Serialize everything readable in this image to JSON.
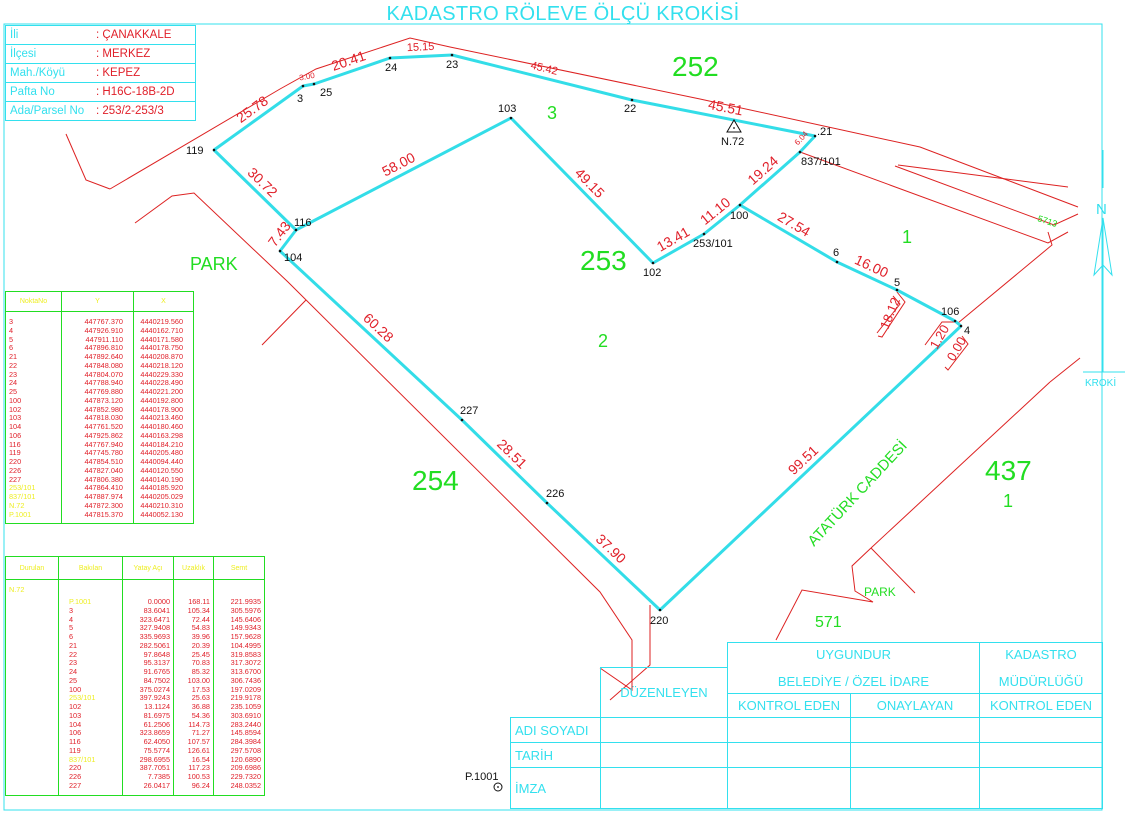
{
  "title": "KADASTRO RÖLEVE ÖLÇÜ KROKİSİ",
  "info": [
    {
      "label": "İli",
      "value": ": ÇANAKKALE"
    },
    {
      "label": "İlçesi",
      "value": ": MERKEZ"
    },
    {
      "label": "Mah./Köyü",
      "value": ": KEPEZ"
    },
    {
      "label": "Pafta No",
      "value": ": H16C-18B-2D"
    },
    {
      "label": "Ada/Parsel No",
      "value": ": 253/2-253/3"
    }
  ],
  "coordinates": {
    "headers": [
      "NoktaNo",
      "Y",
      "X"
    ],
    "rows": [
      {
        "no": "3",
        "y": "447767.370",
        "x": "4440219.560",
        "highlight": false
      },
      {
        "no": "4",
        "y": "447926.910",
        "x": "4440162.710",
        "highlight": false
      },
      {
        "no": "5",
        "y": "447911.110",
        "x": "4440171.580",
        "highlight": false
      },
      {
        "no": "6",
        "y": "447896.810",
        "x": "4440178.750",
        "highlight": false
      },
      {
        "no": "21",
        "y": "447892.640",
        "x": "4440208.870",
        "highlight": false
      },
      {
        "no": "22",
        "y": "447848.080",
        "x": "4440218.120",
        "highlight": false
      },
      {
        "no": "23",
        "y": "447804.070",
        "x": "4440229.330",
        "highlight": false
      },
      {
        "no": "24",
        "y": "447788.940",
        "x": "4440228.490",
        "highlight": false
      },
      {
        "no": "25",
        "y": "447769.880",
        "x": "4440221.200",
        "highlight": false
      },
      {
        "no": "100",
        "y": "447873.120",
        "x": "4440192.800",
        "highlight": false
      },
      {
        "no": "102",
        "y": "447852.980",
        "x": "4440178.900",
        "highlight": false
      },
      {
        "no": "103",
        "y": "447818.030",
        "x": "4440213.460",
        "highlight": false
      },
      {
        "no": "104",
        "y": "447761.520",
        "x": "4440180.460",
        "highlight": false
      },
      {
        "no": "106",
        "y": "447925.862",
        "x": "4440163.298",
        "highlight": false
      },
      {
        "no": "116",
        "y": "447767.940",
        "x": "4440184.210",
        "highlight": false
      },
      {
        "no": "119",
        "y": "447745.780",
        "x": "4440205.480",
        "highlight": false
      },
      {
        "no": "220",
        "y": "447854.510",
        "x": "4440094.440",
        "highlight": false
      },
      {
        "no": "226",
        "y": "447827.040",
        "x": "4440120.550",
        "highlight": false
      },
      {
        "no": "227",
        "y": "447806.380",
        "x": "4440140.190",
        "highlight": false
      },
      {
        "no": "253/101",
        "y": "447864.410",
        "x": "4440185.920",
        "highlight": true
      },
      {
        "no": "837/101",
        "y": "447887.974",
        "x": "4440205.029",
        "highlight": true
      },
      {
        "no": "N.72",
        "y": "447872.300",
        "x": "4440210.310",
        "highlight": true
      },
      {
        "no": "P.1001",
        "y": "447815.370",
        "x": "4440052.130",
        "highlight": true
      }
    ]
  },
  "measurements": {
    "headers": [
      "Durulan",
      "Bakılan",
      "Yatay Açı",
      "Uzaklık",
      "Semt"
    ],
    "station": "N.72",
    "rows": [
      {
        "to": "P.1001",
        "angle": "0.0000",
        "dist": "168.11",
        "azimuth": "221.9935",
        "highlight": true
      },
      {
        "to": "3",
        "angle": "83.6041",
        "dist": "105.34",
        "azimuth": "305.5976",
        "highlight": false
      },
      {
        "to": "4",
        "angle": "323.6471",
        "dist": "72.44",
        "azimuth": "145.6406",
        "highlight": false
      },
      {
        "to": "5",
        "angle": "327.9408",
        "dist": "54.83",
        "azimuth": "149.9343",
        "highlight": false
      },
      {
        "to": "6",
        "angle": "335.9693",
        "dist": "39.96",
        "azimuth": "157.9628",
        "highlight": false
      },
      {
        "to": "21",
        "angle": "282.5061",
        "dist": "20.39",
        "azimuth": "104.4995",
        "highlight": false
      },
      {
        "to": "22",
        "angle": "97.8648",
        "dist": "25.45",
        "azimuth": "319.8583",
        "highlight": false
      },
      {
        "to": "23",
        "angle": "95.3137",
        "dist": "70.83",
        "azimuth": "317.3072",
        "highlight": false
      },
      {
        "to": "24",
        "angle": "91.6765",
        "dist": "85.32",
        "azimuth": "313.6700",
        "highlight": false
      },
      {
        "to": "25",
        "angle": "84.7502",
        "dist": "103.00",
        "azimuth": "306.7436",
        "highlight": false
      },
      {
        "to": "100",
        "angle": "375.0274",
        "dist": "17.53",
        "azimuth": "197.0209",
        "highlight": false
      },
      {
        "to": "253/101",
        "angle": "397.9243",
        "dist": "25.63",
        "azimuth": "219.9178",
        "highlight": true
      },
      {
        "to": "102",
        "angle": "13.1124",
        "dist": "36.88",
        "azimuth": "235.1059",
        "highlight": false
      },
      {
        "to": "103",
        "angle": "81.6975",
        "dist": "54.36",
        "azimuth": "303.6910",
        "highlight": false
      },
      {
        "to": "104",
        "angle": "61.2506",
        "dist": "114.73",
        "azimuth": "283.2440",
        "highlight": false
      },
      {
        "to": "106",
        "angle": "323.8659",
        "dist": "71.27",
        "azimuth": "145.8594",
        "highlight": false
      },
      {
        "to": "116",
        "angle": "62.4050",
        "dist": "107.57",
        "azimuth": "284.3984",
        "highlight": false
      },
      {
        "to": "119",
        "angle": "75.5774",
        "dist": "126.61",
        "azimuth": "297.5708",
        "highlight": false
      },
      {
        "to": "837/101",
        "angle": "298.6955",
        "dist": "16.54",
        "azimuth": "120.6890",
        "highlight": true
      },
      {
        "to": "220",
        "angle": "387.7051",
        "dist": "117.23",
        "azimuth": "209.6986",
        "highlight": false
      },
      {
        "to": "226",
        "angle": "7.7385",
        "dist": "100.53",
        "azimuth": "229.7320",
        "highlight": false
      },
      {
        "to": "227",
        "angle": "26.0417",
        "dist": "96.24",
        "azimuth": "248.0352",
        "highlight": false
      }
    ]
  },
  "approval": {
    "duzenleyen": "DÜZENLEYEN",
    "uygundur": "UYGUNDUR",
    "belediye": "BELEDİYE / ÖZEL İDARE",
    "kadastro": "KADASTRO",
    "mudurlugu": "MÜDÜRLÜĞÜ",
    "kontrol_eden_1": "KONTROL EDEN",
    "onaylayan": "ONAYLAYAN",
    "kontrol_eden_2": "KONTROL EDEN",
    "rows": [
      "ADI SOYADI",
      "TARİH",
      "İMZA"
    ]
  },
  "map": {
    "points": [
      {
        "id": "119",
        "label": "119"
      },
      {
        "id": "3",
        "label": "3"
      },
      {
        "id": "25",
        "label": "25"
      },
      {
        "id": "24",
        "label": "24"
      },
      {
        "id": "23",
        "label": "23"
      },
      {
        "id": "22",
        "label": "22"
      },
      {
        "id": "21",
        "label": ".21"
      },
      {
        "id": "837/101",
        "label": "837/101"
      },
      {
        "id": "100",
        "label": "100"
      },
      {
        "id": "253/101",
        "label": "253/101"
      },
      {
        "id": "102",
        "label": "102"
      },
      {
        "id": "103",
        "label": "103"
      },
      {
        "id": "116",
        "label": "116"
      },
      {
        "id": "104",
        "label": "104"
      },
      {
        "id": "227",
        "label": "227"
      },
      {
        "id": "226",
        "label": "226"
      },
      {
        "id": "220",
        "label": "220"
      },
      {
        "id": "6",
        "label": "6"
      },
      {
        "id": "5",
        "label": "5"
      },
      {
        "id": "106",
        "label": "106"
      },
      {
        "id": "4",
        "label": "4"
      }
    ],
    "edges": [
      {
        "from": "119",
        "to": "3",
        "length": "25.78"
      },
      {
        "from": "3",
        "to": "25",
        "length": "3.00"
      },
      {
        "from": "25",
        "to": "24",
        "length": "20.41"
      },
      {
        "from": "24",
        "to": "23",
        "length": "15.15"
      },
      {
        "from": "23",
        "to": "22",
        "length": "45.42"
      },
      {
        "from": "22",
        "to": "21",
        "length": "45.51"
      },
      {
        "from": "21",
        "to": "837/101",
        "length": "6.04"
      },
      {
        "from": "837/101",
        "to": "100",
        "length": "19.24"
      },
      {
        "from": "100",
        "to": "253/101",
        "length": "11.10"
      },
      {
        "from": "253/101",
        "to": "102",
        "length": "13.41"
      },
      {
        "from": "102",
        "to": "103",
        "length": "49.15"
      },
      {
        "from": "103",
        "to": "116",
        "length": "58.00"
      },
      {
        "from": "119",
        "to": "116",
        "length": "30.72"
      },
      {
        "from": "116",
        "to": "104",
        "length": "7.43"
      },
      {
        "from": "104",
        "to": "227",
        "length": "60.28"
      },
      {
        "from": "227",
        "to": "226",
        "length": "28.51"
      },
      {
        "from": "226",
        "to": "220",
        "length": "37.90"
      },
      {
        "from": "220",
        "to": "4",
        "length": "99.51"
      },
      {
        "from": "100",
        "to": "6",
        "length": "27.54"
      },
      {
        "from": "6",
        "to": "5",
        "length": "16.00"
      },
      {
        "from": "5",
        "to": "106",
        "length": ""
      }
    ],
    "offsets": [
      "18.12",
      "1.20",
      "0.00"
    ],
    "parcels": [
      {
        "label": "252"
      },
      {
        "label": "3"
      },
      {
        "label": "253"
      },
      {
        "label": "2"
      },
      {
        "label": "254"
      },
      {
        "label": "1"
      },
      {
        "label": "437"
      },
      {
        "label": "1"
      },
      {
        "label": "571"
      }
    ],
    "place_labels": {
      "park_left": "PARK",
      "park_bottom": "PARK",
      "street": "ATATÜRK CADDESİ",
      "road_no": "5713"
    },
    "stations": {
      "n72": "N.72",
      "p1001": "P.1001"
    },
    "north": {
      "letter": "N",
      "caption": "KROKİ"
    }
  }
}
